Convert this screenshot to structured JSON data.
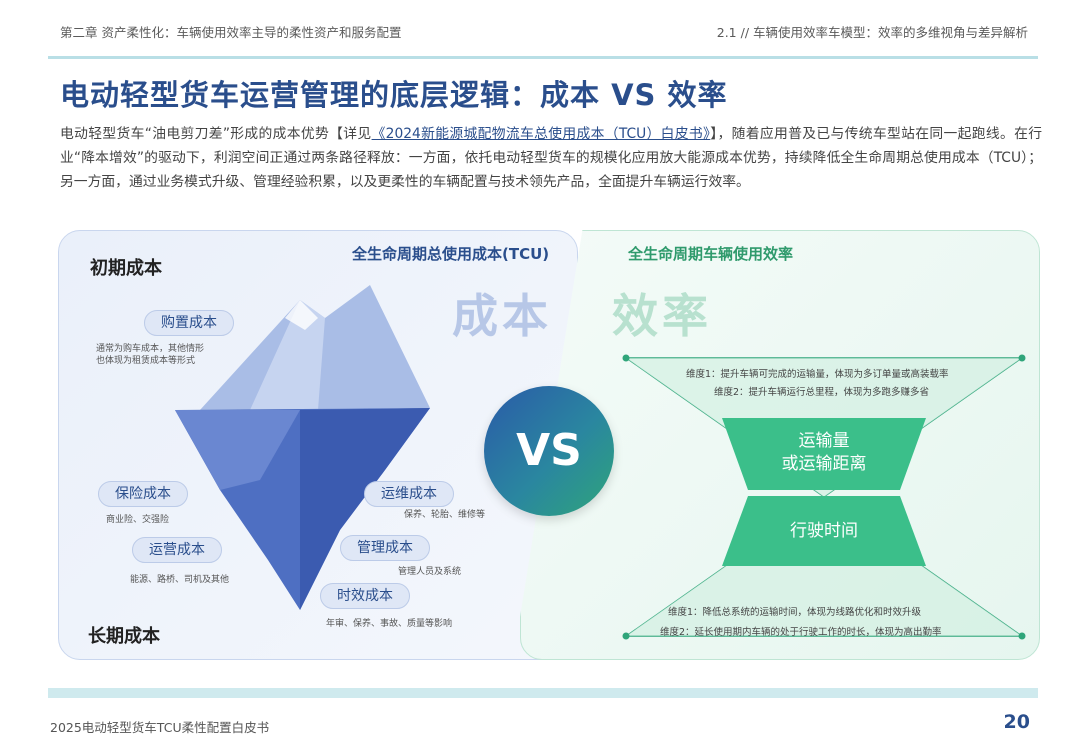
{
  "header": {
    "left": "第二章  资产柔性化：车辆使用效率主导的柔性资产和服务配置",
    "right": "2.1 // 车辆使用效率车模型：效率的多维视角与差异解析"
  },
  "title": "电动轻型货车运营管理的底层逻辑：成本 VS 效率",
  "body": {
    "part1": "电动轻型货车“油电剪刀差”形成的成本优势【详见",
    "link": "《2024新能源城配物流车总使用成本（TCU）白皮书》",
    "part2": "】，随着应用普及已与传统车型站在同一起跑线。在行业“降本增效”的驱动下，利润空间正通过两条路径释放：一方面，依托电动轻型货车的规模化应用放大能源成本优势，持续降低全生命周期总使用成本（TCU）；另一方面，通过业务模式升级、管理经验积累，以及更柔性的车辆配置与技术领先产品，全面提升车辆运行效率。"
  },
  "left_panel": {
    "title": "全生命周期总使用成本(TCU)",
    "big_label": "成本",
    "initial_cost": "初期成本",
    "long_term_cost": "长期成本",
    "items": [
      {
        "label": "购置成本",
        "note": "通常为购车成本，其他情形\n也体现为租赁成本等形式"
      },
      {
        "label": "保险成本",
        "note": "商业险、交强险"
      },
      {
        "label": "运营成本",
        "note": "能源、路桥、司机及其他"
      },
      {
        "label": "运维成本",
        "note": "保养、轮胎、维修等"
      },
      {
        "label": "管理成本",
        "note": "管理人员及系统"
      },
      {
        "label": "时效成本",
        "note": "年审、保养、事故、质量等影响"
      }
    ]
  },
  "vs": "VS",
  "right_panel": {
    "title": "全生命周期车辆使用效率",
    "big_label": "效率",
    "top_dims": [
      "维度1：提升车辆可完成的运输量，体现为多订单量或高装载率",
      "维度2：提升车辆运行总里程，体现为多跑多赚多省"
    ],
    "top_box": "运输量\n或运输距离",
    "bottom_box": "行驶时间",
    "bottom_dims": [
      "维度1：降低总系统的运输时间，体现为线路优化和时效升级",
      "维度2：延长使用期内车辆的处于行驶工作的时长，体现为高出勤率"
    ]
  },
  "footer": {
    "left": "2025电动轻型货车TCU柔性配置白皮书",
    "page": "20"
  },
  "colors": {
    "blue": "#2a4e8c",
    "green": "#2f9a6c",
    "green_box": "#3bbf8a"
  }
}
